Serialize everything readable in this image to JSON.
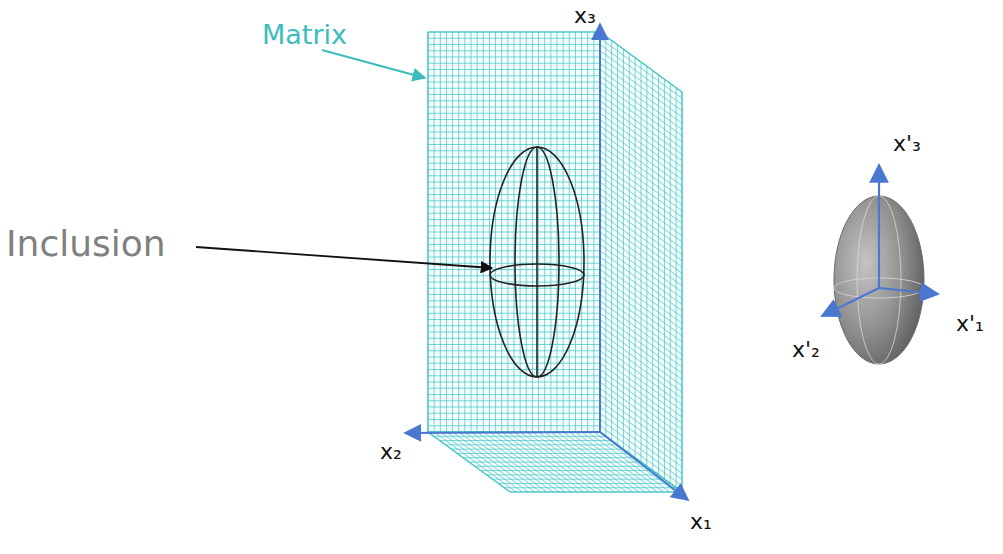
{
  "diagram": {
    "labels": [
      "Matrix",
      "Inclusion",
      "x₃",
      "x₂",
      "x₁",
      "x'₃",
      "x'₂",
      "x'₁"
    ]
  }
}
